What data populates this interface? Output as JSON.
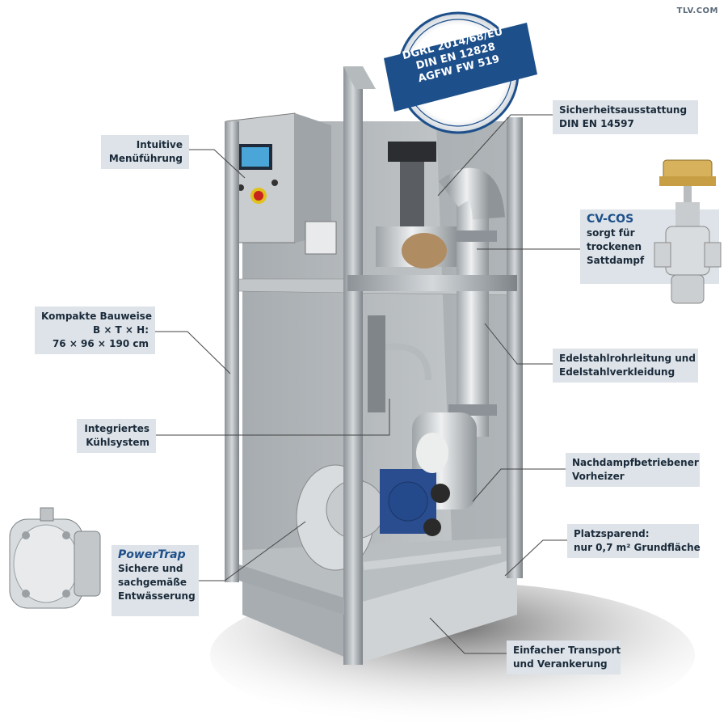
{
  "brand": "TLV.COM",
  "seal": {
    "line1": "DGRL 2014/68/EU",
    "line2": "DIN EN 12828",
    "line3": "AGFW FW 519"
  },
  "callouts": {
    "menu": {
      "l1": "Intuitive",
      "l2": "Menüführung"
    },
    "safety": {
      "l1": "Sicherheitsausstattung",
      "l2": "DIN EN 14597"
    },
    "cvcos": {
      "title": "CV-COS",
      "l1": "sorgt für",
      "l2": "trockenen",
      "l3": "Sattdampf"
    },
    "compact": {
      "l1": "Kompakte Bauweise",
      "l2": "B × T × H:",
      "l3": "76 × 96 × 190 cm"
    },
    "steel": {
      "l1": "Edelstahlrohrleitung und",
      "l2": "Edelstahlverkleidung"
    },
    "cooling": {
      "l1": "Integriertes",
      "l2": "Kühlsystem"
    },
    "preheater": {
      "l1": "Nachdampfbetriebener",
      "l2": "Vorheizer"
    },
    "space": {
      "l1": "Platzsparend:",
      "l2": "nur 0,7 m² Grundfläche"
    },
    "powertrap": {
      "title": "PowerTrap",
      "l1": "Sichere und",
      "l2": "sachgemäße",
      "l3": "Entwässerung"
    },
    "transport": {
      "l1": "Einfacher Transport",
      "l2": "und Verankerung"
    }
  }
}
